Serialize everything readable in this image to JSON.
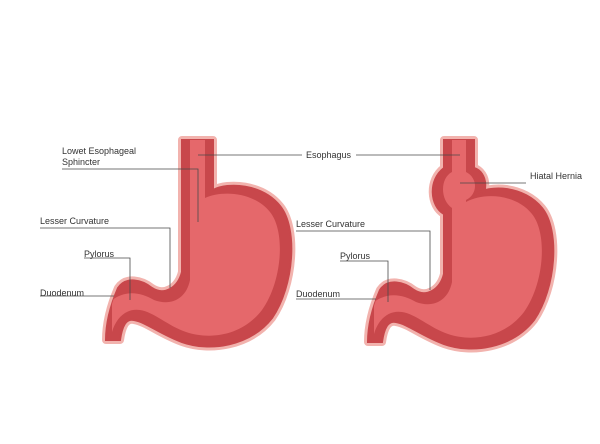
{
  "colors": {
    "outer_wall": "#f2b3ae",
    "muscle": "#c8474b",
    "lumen": "#e5686b",
    "leader": "#4a4a4a",
    "text": "#333333",
    "background": "#ffffff"
  },
  "normal_stomach": {
    "labels": {
      "les": [
        "Lowet Esophageal",
        "Sphincter"
      ],
      "lesser_curvature": "Lesser Curvature",
      "pylorus": "Pylorus",
      "duodenum": "Duodenum"
    }
  },
  "shared_labels": {
    "esophagus": "Esophagus"
  },
  "hernia_stomach": {
    "labels": {
      "hiatal_hernia": "Hiatal Hernia",
      "lesser_curvature": "Lesser Curvature",
      "pylorus": "Pylorus",
      "duodenum": "Duodenum"
    }
  }
}
